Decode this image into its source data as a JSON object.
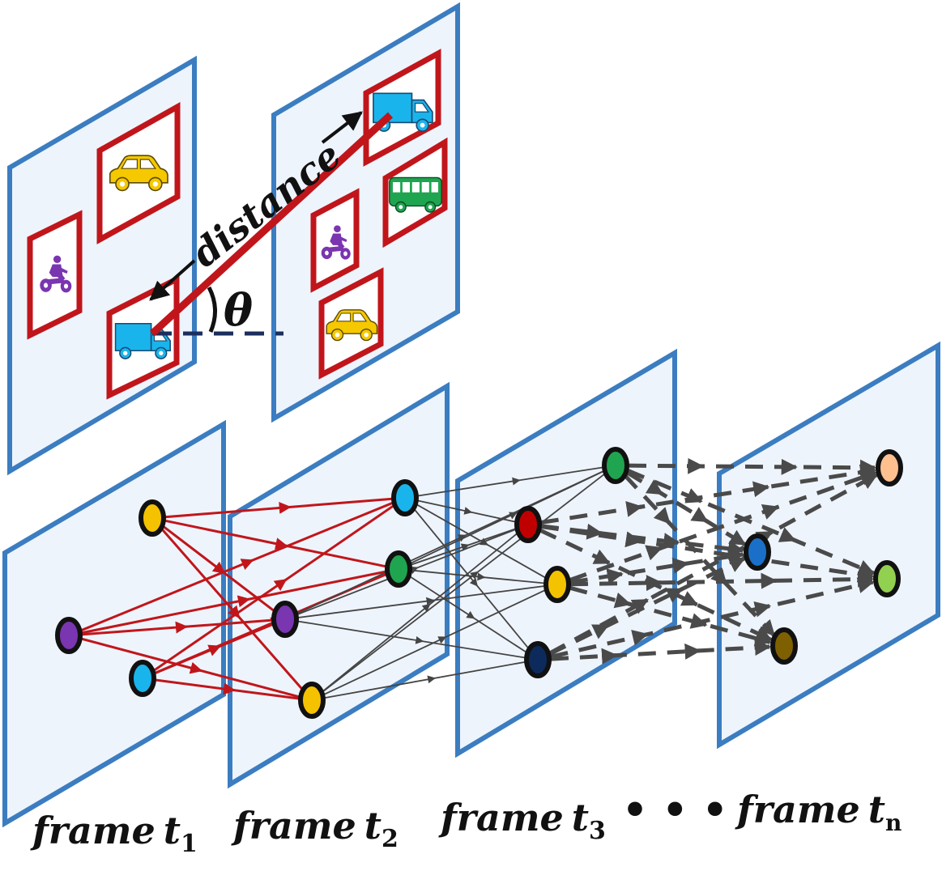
{
  "labels": {
    "distance": "distance",
    "theta": "θ",
    "frame_word": "frame",
    "t_letter": "t",
    "subscripts": [
      "1",
      "2",
      "3",
      "n"
    ],
    "ellipsis": "• • •"
  },
  "colors": {
    "panel_border": "#3b7dc0",
    "panel_fill": "#eef4fc",
    "box_border": "#c0161b",
    "match_edge": "#c0161b",
    "graph_edge": "#444444",
    "dashed_edge": "#4a4a4a",
    "reference_line": "#1b2f5e",
    "truck": "#1ab4ec",
    "car": "#f5c800",
    "bus": "#1fa550",
    "motorbike": "#7a35b0"
  },
  "objects": {
    "frame_1": [
      "car",
      "motorbike",
      "truck"
    ],
    "frame_2": [
      "truck",
      "bus",
      "motorbike",
      "car"
    ]
  },
  "nodes": {
    "t1": [
      {
        "id": "t1_yellow",
        "color": "#f5c200"
      },
      {
        "id": "t1_purple",
        "color": "#7a35b0"
      },
      {
        "id": "t1_blue",
        "color": "#1ab4ec"
      }
    ],
    "t2": [
      {
        "id": "t2_blue",
        "color": "#1ab4ec"
      },
      {
        "id": "t2_green",
        "color": "#1fa550"
      },
      {
        "id": "t2_purple",
        "color": "#7a35b0"
      },
      {
        "id": "t2_yellow",
        "color": "#f5c200"
      }
    ],
    "t3": [
      {
        "id": "t3_green",
        "color": "#1fa550"
      },
      {
        "id": "t3_red",
        "color": "#c00000"
      },
      {
        "id": "t3_yellow",
        "color": "#f5c200"
      },
      {
        "id": "t3_navy",
        "color": "#0d2a5c"
      }
    ],
    "tn": [
      {
        "id": "tn_peach",
        "color": "#ffc090"
      },
      {
        "id": "tn_blue",
        "color": "#1a70c8"
      },
      {
        "id": "tn_lime",
        "color": "#92d050"
      },
      {
        "id": "tn_brown",
        "color": "#7f6000"
      }
    ]
  },
  "edges": {
    "t1_t2": [
      [
        "t1_yellow",
        "t2_blue"
      ],
      [
        "t1_yellow",
        "t2_green"
      ],
      [
        "t1_yellow",
        "t2_purple"
      ],
      [
        "t1_yellow",
        "t2_yellow"
      ],
      [
        "t1_purple",
        "t2_blue"
      ],
      [
        "t1_purple",
        "t2_green"
      ],
      [
        "t1_purple",
        "t2_purple"
      ],
      [
        "t1_purple",
        "t2_yellow"
      ],
      [
        "t1_blue",
        "t2_blue"
      ],
      [
        "t1_blue",
        "t2_green"
      ],
      [
        "t1_blue",
        "t2_purple"
      ],
      [
        "t1_blue",
        "t2_yellow"
      ]
    ],
    "t2_t3": [
      [
        "t2_blue",
        "t3_green"
      ],
      [
        "t2_blue",
        "t3_red"
      ],
      [
        "t2_blue",
        "t3_yellow"
      ],
      [
        "t2_blue",
        "t3_navy"
      ],
      [
        "t2_green",
        "t3_green"
      ],
      [
        "t2_green",
        "t3_red"
      ],
      [
        "t2_green",
        "t3_yellow"
      ],
      [
        "t2_green",
        "t3_navy"
      ],
      [
        "t2_purple",
        "t3_green"
      ],
      [
        "t2_purple",
        "t3_red"
      ],
      [
        "t2_purple",
        "t3_yellow"
      ],
      [
        "t2_purple",
        "t3_navy"
      ],
      [
        "t2_yellow",
        "t3_green"
      ],
      [
        "t2_yellow",
        "t3_red"
      ],
      [
        "t2_yellow",
        "t3_yellow"
      ],
      [
        "t2_yellow",
        "t3_navy"
      ]
    ],
    "t3_tn": [
      [
        "t3_green",
        "tn_peach"
      ],
      [
        "t3_green",
        "tn_blue"
      ],
      [
        "t3_green",
        "tn_lime"
      ],
      [
        "t3_green",
        "tn_brown"
      ],
      [
        "t3_red",
        "tn_peach"
      ],
      [
        "t3_red",
        "tn_blue"
      ],
      [
        "t3_red",
        "tn_lime"
      ],
      [
        "t3_red",
        "tn_brown"
      ],
      [
        "t3_yellow",
        "tn_peach"
      ],
      [
        "t3_yellow",
        "tn_blue"
      ],
      [
        "t3_yellow",
        "tn_lime"
      ],
      [
        "t3_yellow",
        "tn_brown"
      ],
      [
        "t3_navy",
        "tn_peach"
      ],
      [
        "t3_navy",
        "tn_blue"
      ],
      [
        "t3_navy",
        "tn_lime"
      ],
      [
        "t3_navy",
        "tn_brown"
      ]
    ]
  }
}
